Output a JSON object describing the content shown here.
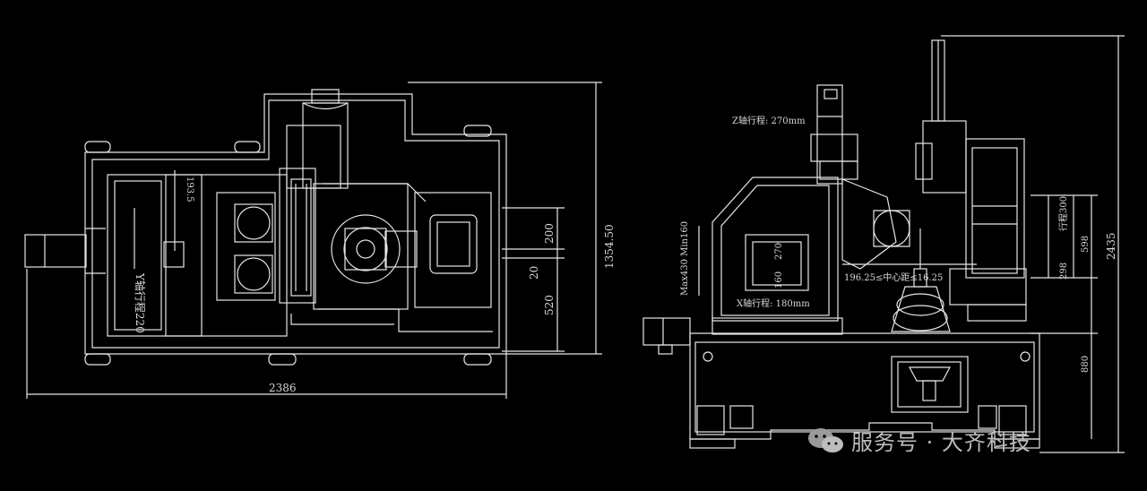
{
  "colors": {
    "background": "#000000",
    "line": "#e6e6e6",
    "text": "#d8d8d8",
    "watermark": "#bdbdbd"
  },
  "plan_view": {
    "overall_width": "2386",
    "overall_depth": "1354.50",
    "y_travel": "Y轴行程220",
    "dim_193": "193.5",
    "dim_200": "200",
    "dim_20": "20",
    "dim_520": "520"
  },
  "side_view": {
    "z_travel": "Z轴行程: 270mm",
    "x_travel": "X轴行程: 180mm",
    "max_min": "Max430 Min160",
    "dim_270": "270",
    "dim_160": "160",
    "center_range": "196.25≤中心距≤16.25",
    "stroke_300": "行程300",
    "dim_598": "598",
    "dim_298": "298",
    "dim_2435": "2435",
    "dim_880": "880"
  },
  "watermark": {
    "text": "服务号 · 大齐科技",
    "icon": "wechat-icon"
  }
}
